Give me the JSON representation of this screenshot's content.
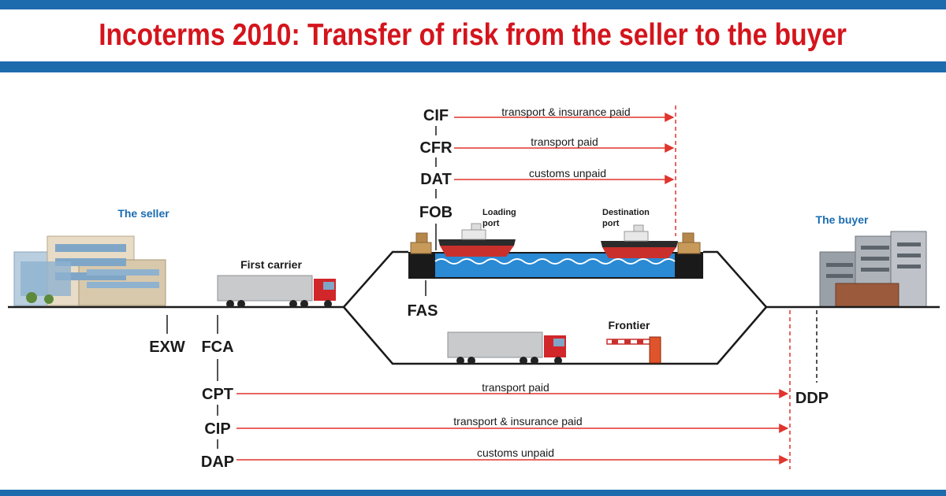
{
  "title": "Incoterms 2010: Transfer of risk from the seller to the buyer",
  "places": {
    "seller": "The seller",
    "buyer": "The buyer",
    "first_carrier": "First carrier",
    "loading_port": [
      "Loading",
      "port"
    ],
    "destination_port": [
      "Destination",
      "port"
    ],
    "frontier": "Frontier"
  },
  "terms": {
    "exw": "EXW",
    "fca": "FCA",
    "fas": "FAS",
    "fob": "FOB",
    "dat": "DAT",
    "cfr": "CFR",
    "cif": "CIF",
    "cpt": "CPT",
    "cip": "CIP",
    "dap": "DAP",
    "ddp": "DDP"
  },
  "arrows": {
    "cif": "transport & insurance paid",
    "cfr": "transport paid",
    "dat": "customs unpaid",
    "cpt": "transport paid",
    "cip": "transport & insurance paid",
    "dap": "customs unpaid"
  },
  "colors": {
    "header": "#1d6aad",
    "title": "#d4141c",
    "arrow": "#e0342c",
    "water": "#2a8ad4",
    "place_label": "#1a6cb0"
  }
}
